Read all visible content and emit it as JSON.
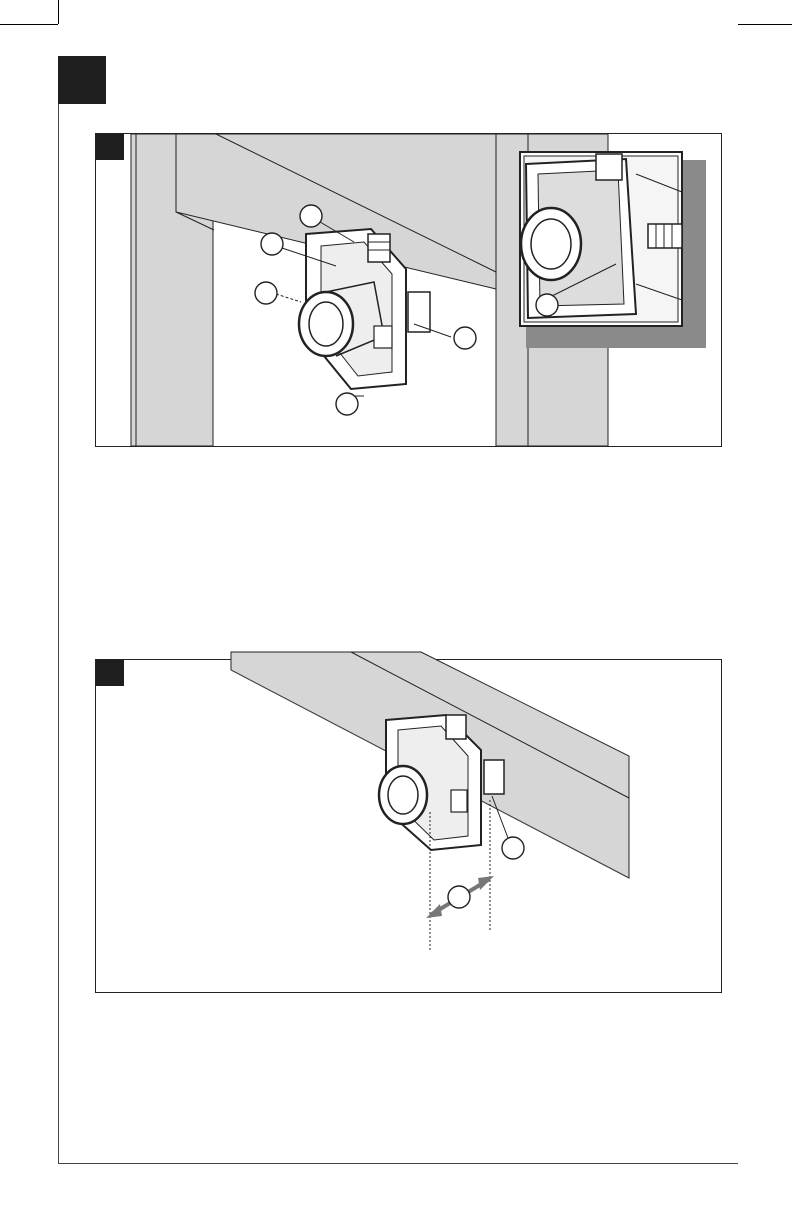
{
  "page": {
    "step_badge": "",
    "figures": [
      {
        "id": "figure-a",
        "badge_label": "",
        "callouts": [
          "",
          "",
          "",
          "",
          "",
          ""
        ],
        "icons": [
          "valve-body-illustration",
          "wall-stud-illustration",
          "detail-inset-illustration"
        ]
      },
      {
        "id": "figure-b",
        "badge_label": "",
        "callouts": [
          "",
          ""
        ],
        "icons": [
          "valve-body-illustration",
          "depth-arrow-icon"
        ]
      }
    ]
  },
  "colors": {
    "badge": "#1e1e1e",
    "stud_fill": "#d6d6d6",
    "inset_shadow": "#8a8a8a",
    "line": "#222222"
  }
}
